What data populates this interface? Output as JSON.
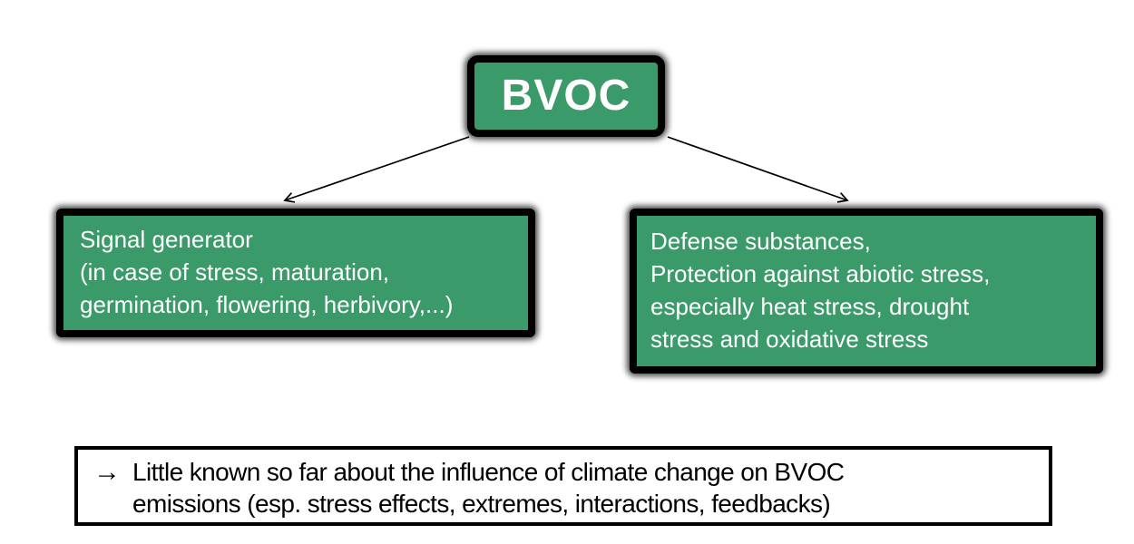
{
  "diagram": {
    "root_box": {
      "label": "BVOC"
    },
    "left_box": {
      "lines": [
        "Signal generator",
        "(in case of stress, maturation,",
        "germination, flowering, herbivory,...)"
      ]
    },
    "right_box": {
      "lines": [
        "Defense substances,",
        "Protection against abiotic stress,",
        "especially heat stress, drought",
        "stress and oxidative stress"
      ]
    },
    "conclusion_box": {
      "bullet": "→",
      "lines": [
        "Little known so far about the influence of climate change on BVOC",
        "emissions (esp. stress effects, extremes, interactions, feedbacks)"
      ]
    },
    "colors": {
      "box_fill": "#3A9A6A",
      "box_border": "#000000",
      "box_text": "#FFFFFF",
      "note_border": "#000000",
      "note_text": "#000000",
      "arrow_color": "#000000"
    }
  }
}
